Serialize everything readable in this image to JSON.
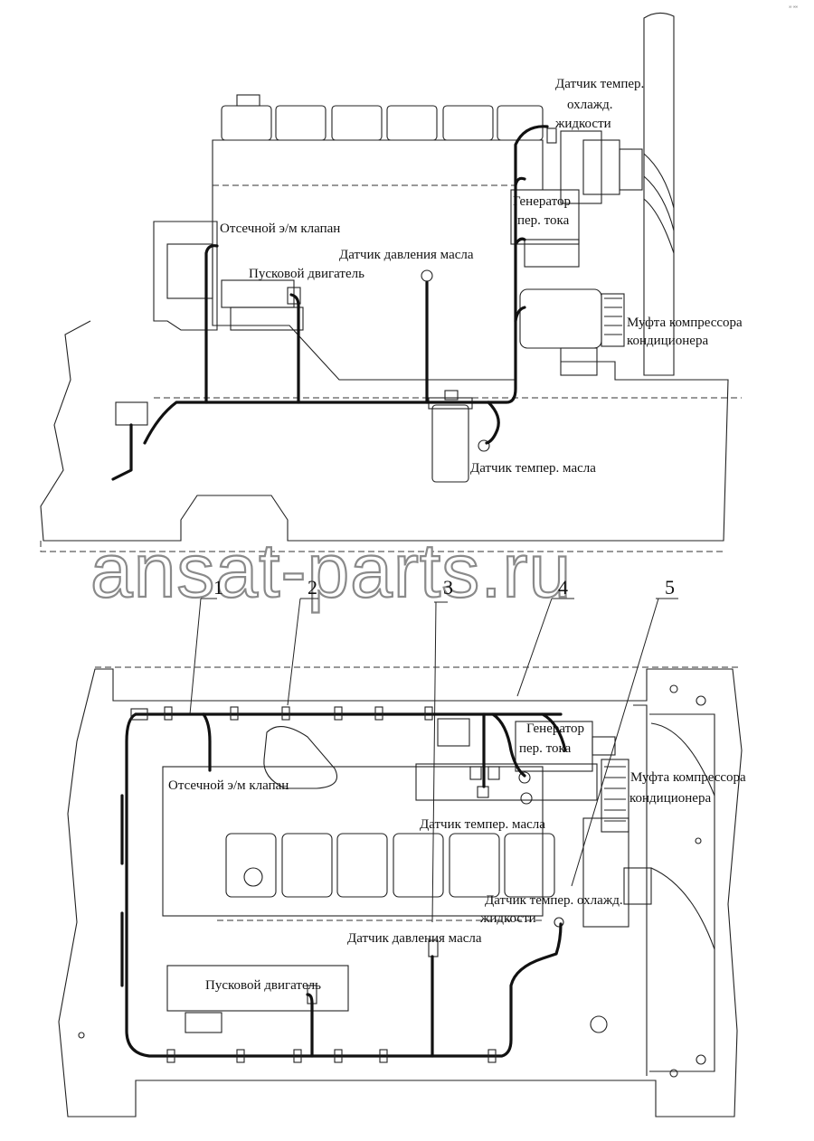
{
  "corner_mark": "ᵃᵒ ᵒᵒᵒ",
  "watermark": "ansat-parts.ru",
  "top_view": {
    "labels": {
      "coolant_sensor_1": "Датчик темпер.",
      "coolant_sensor_2": "охлажд.",
      "coolant_sensor_3": "жидкости",
      "generator_1": "Генератор",
      "generator_2": "пер. тока",
      "shutoff_valve": "Отсечной э/м клапан",
      "oil_pressure_sensor": "Датчик давления масла",
      "starter_engine": "Пусковой двигатель",
      "compressor_clutch_1": "Муфта компрессора",
      "compressor_clutch_2": "кондиционера",
      "oil_temp_sensor": "Датчик темпер. масла"
    }
  },
  "callouts": [
    "1",
    "2",
    "3",
    "4",
    "5"
  ],
  "bottom_view": {
    "labels": {
      "generator_1": "Генератор",
      "generator_2": "пер. тока",
      "compressor_clutch_1": "Муфта компрессора",
      "compressor_clutch_2": "кондиционера",
      "shutoff_valve": "Отсечной э/м клапан",
      "oil_temp_sensor": "Датчик темпер. масла",
      "coolant_sensor_1": "Датчик темпер. охлажд.",
      "coolant_sensor_2": "жидкости",
      "oil_pressure_sensor": "Датчик давления масла",
      "starter_engine": "Пусковой двигатель"
    }
  },
  "colors": {
    "ink": "#111111",
    "watermark_outline": "#8a8a8a",
    "background": "#ffffff"
  }
}
